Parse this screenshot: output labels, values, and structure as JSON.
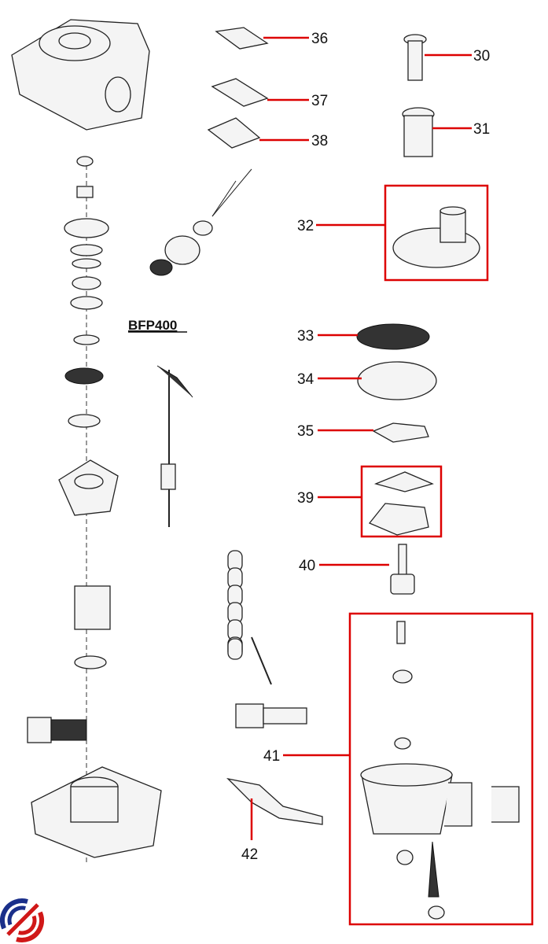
{
  "model_title": "BFP400",
  "part_labels": {
    "p30": "30",
    "p31": "31",
    "p32": "32",
    "p33": "33",
    "p34": "34",
    "p35": "35",
    "p36": "36",
    "p37": "37",
    "p38": "38",
    "p39": "39",
    "p40": "40",
    "p41": "41",
    "p42": "42"
  },
  "colors": {
    "leader": "#dd0000",
    "logo_blue": "#1a2f8a",
    "logo_red": "#d01818"
  }
}
